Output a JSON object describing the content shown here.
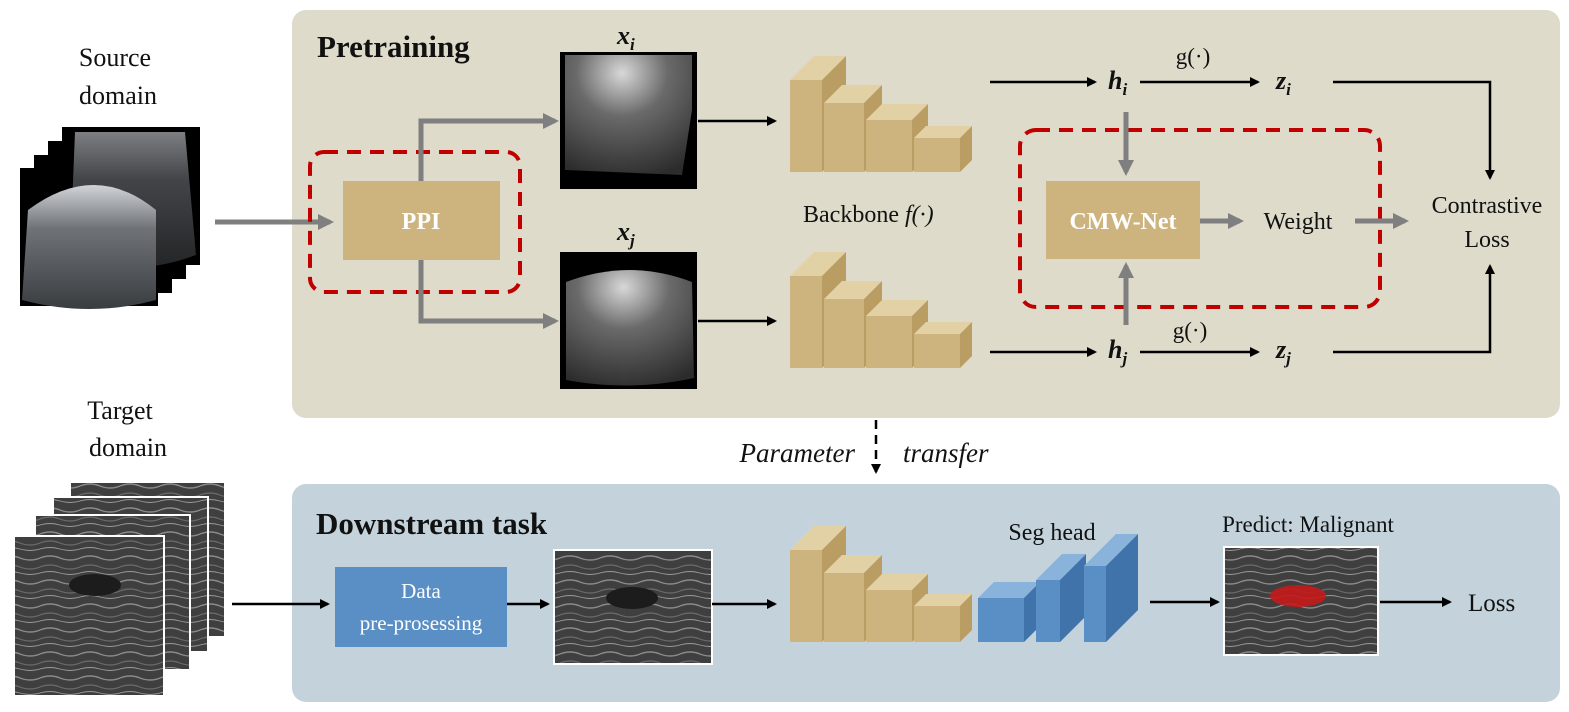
{
  "source_label": [
    "Source",
    "domain"
  ],
  "target_label": [
    "Target",
    "domain"
  ],
  "pretraining": {
    "title": "Pretraining",
    "ppi": "PPI",
    "view_i": "x",
    "view_i_sub": "i",
    "view_j": "x",
    "view_j_sub": "j",
    "backbone": "Backbone ",
    "backbone_fn": "f(·)",
    "h_i": "h",
    "h_i_sub": "i",
    "h_j": "h",
    "h_j_sub": "j",
    "g_top": "g(·)",
    "g_bottom": "g(·)",
    "z_i": "z",
    "z_i_sub": "i",
    "z_j": "z",
    "z_j_sub": "j",
    "cmw": "CMW-Net",
    "weight": "Weight",
    "loss": [
      "Contrastive",
      "Loss"
    ]
  },
  "transfer": {
    "left": "Parameter",
    "right": "transfer"
  },
  "downstream": {
    "title": "Downstream task",
    "preprocess": [
      "Data",
      "pre-prosessing"
    ],
    "seg_head": "Seg head",
    "predict": "Predict: Malignant",
    "loss": "Loss"
  },
  "colors": {
    "pretrain_bg": "#dedbcb",
    "downstream_bg": "#c4d3db",
    "tan": "#cdb37e",
    "blue": "#5a8fc6",
    "dashed_red": "#c00000",
    "gray_arrow": "#7f7f7f"
  }
}
